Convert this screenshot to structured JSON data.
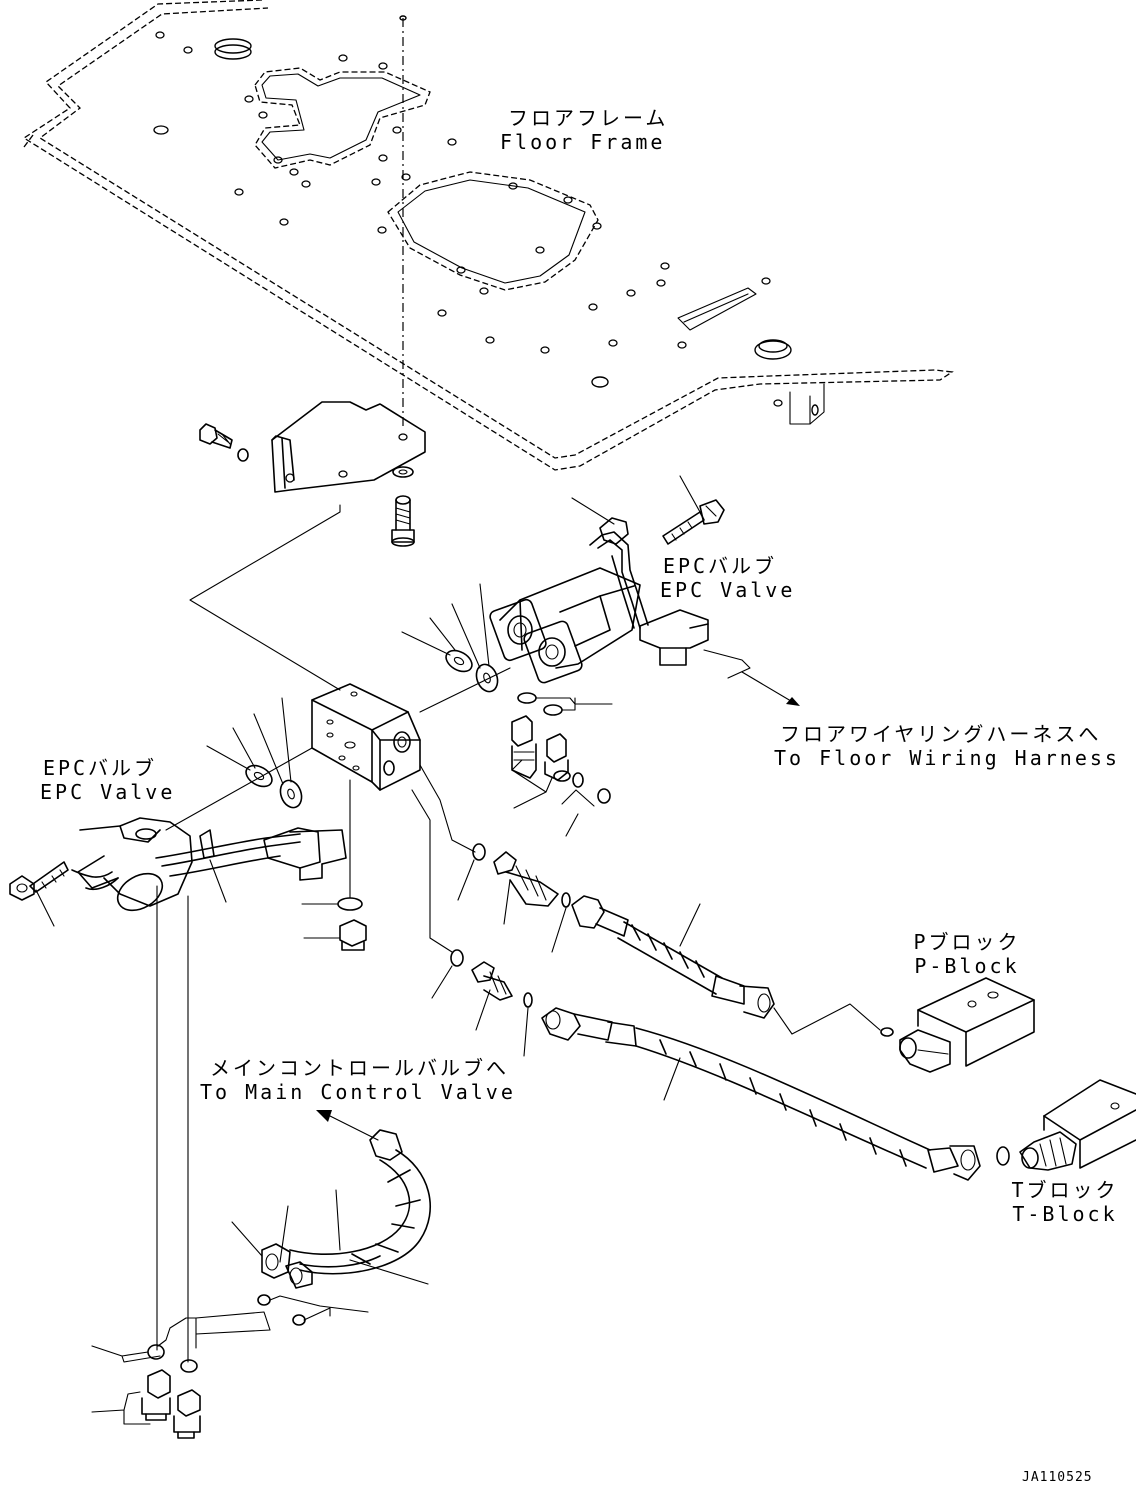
{
  "labels": {
    "floor_frame_ja": "フロアフレーム",
    "floor_frame_en": "Floor Frame",
    "epc_valve_right_ja": "EPCバルブ",
    "epc_valve_right_en": "EPC Valve",
    "epc_valve_left_ja": "EPCバルブ",
    "epc_valve_left_en": "EPC Valve",
    "floor_harness_ja": "フロアワイヤリングハーネスへ",
    "floor_harness_en": "To Floor Wiring Harness",
    "p_block_ja": "Pブロック",
    "p_block_en": "P-Block",
    "main_control_ja": "メインコントロールバルブへ",
    "main_control_en": "To Main Control Valve",
    "t_block_ja": "Tブロック",
    "t_block_en": "T-Block"
  },
  "drawing_code": "JA110525"
}
